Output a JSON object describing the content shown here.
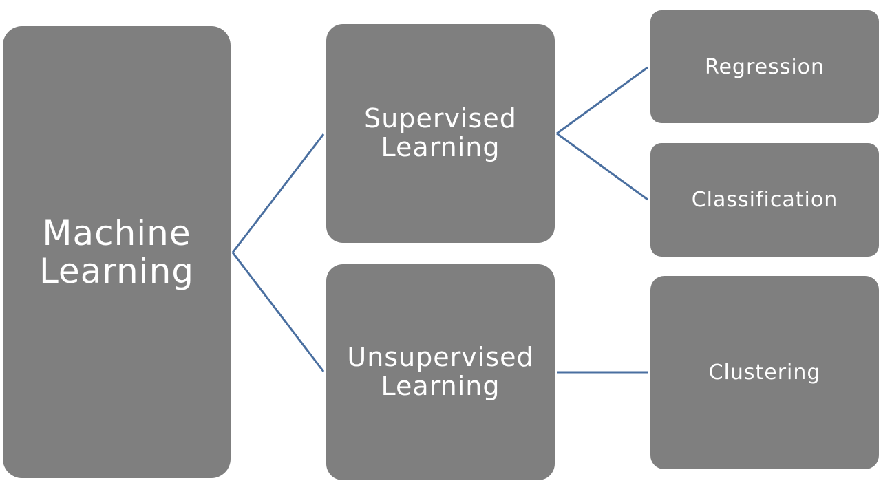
{
  "colors": {
    "node_fill": "#7f7f7f",
    "node_text": "#ffffff",
    "connector": "#4a6fa0"
  },
  "nodes": {
    "root": {
      "label": "Machine\nLearning"
    },
    "supervised": {
      "label": "Supervised\nLearning"
    },
    "unsupervised": {
      "label": "Unsupervised\nLearning"
    },
    "regression": {
      "label": "Regression"
    },
    "classification": {
      "label": "Classification"
    },
    "clustering": {
      "label": "Clustering"
    }
  },
  "edges": [
    {
      "from": "root",
      "to": "supervised"
    },
    {
      "from": "root",
      "to": "unsupervised"
    },
    {
      "from": "supervised",
      "to": "regression"
    },
    {
      "from": "supervised",
      "to": "classification"
    },
    {
      "from": "unsupervised",
      "to": "clustering"
    }
  ]
}
